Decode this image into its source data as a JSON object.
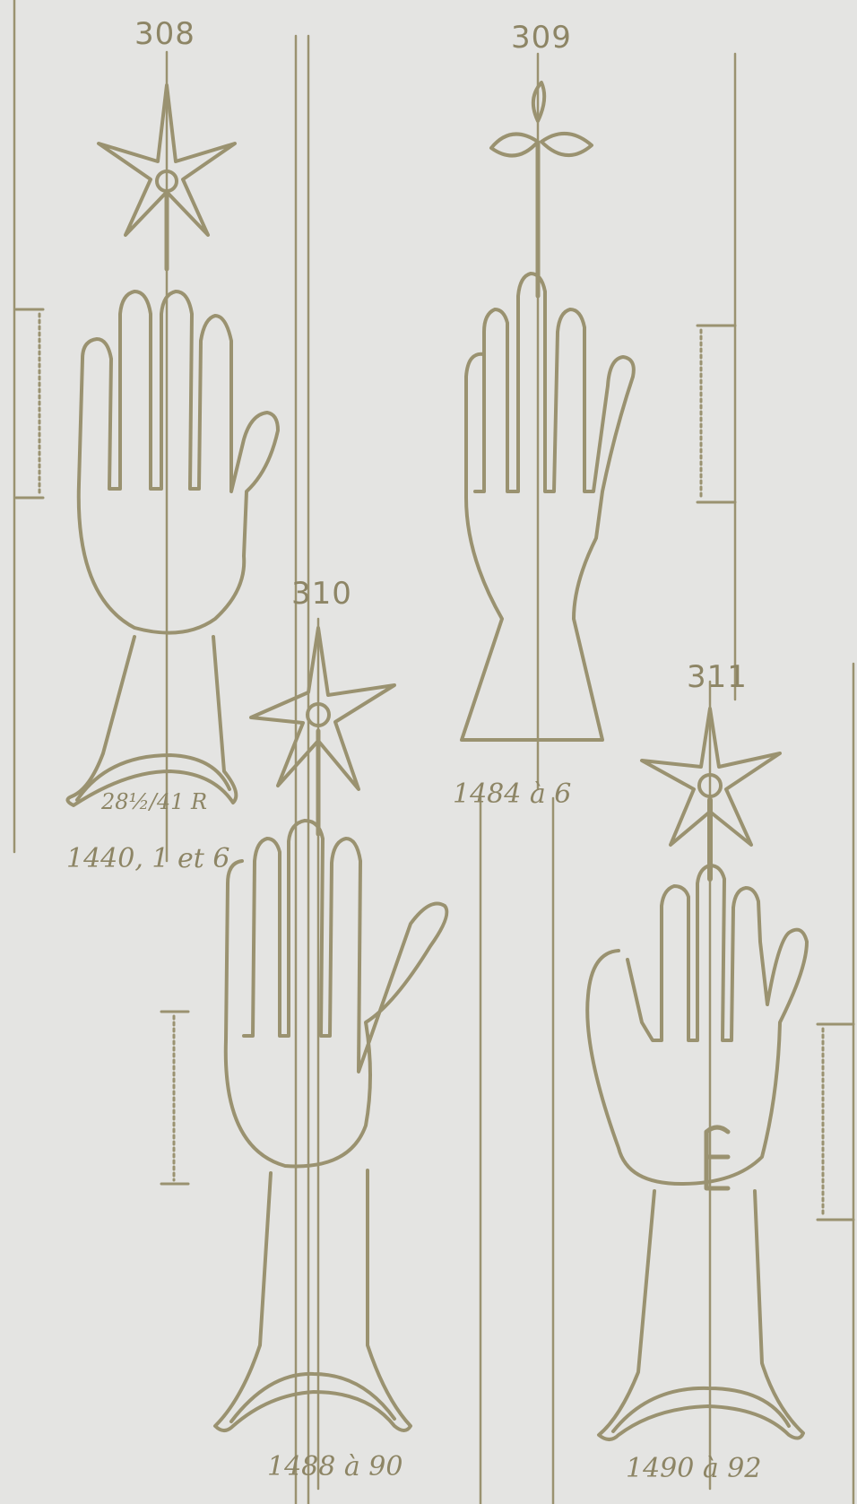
{
  "plate": {
    "ink_color": "#9a9270",
    "paper_color": "#e4e4e2",
    "watermarks": [
      {
        "number": "308",
        "crown": "star",
        "caption_upper": "28½/41 R",
        "caption_lower": "1440, 1 et 6"
      },
      {
        "number": "309",
        "crown": "trefoil",
        "caption_lower": "1484 à 6"
      },
      {
        "number": "310",
        "crown": "star",
        "caption_lower": "1488 à 90"
      },
      {
        "number": "311",
        "crown": "star",
        "caption_lower": "1490 à 92",
        "palm_mark": "E"
      }
    ]
  }
}
